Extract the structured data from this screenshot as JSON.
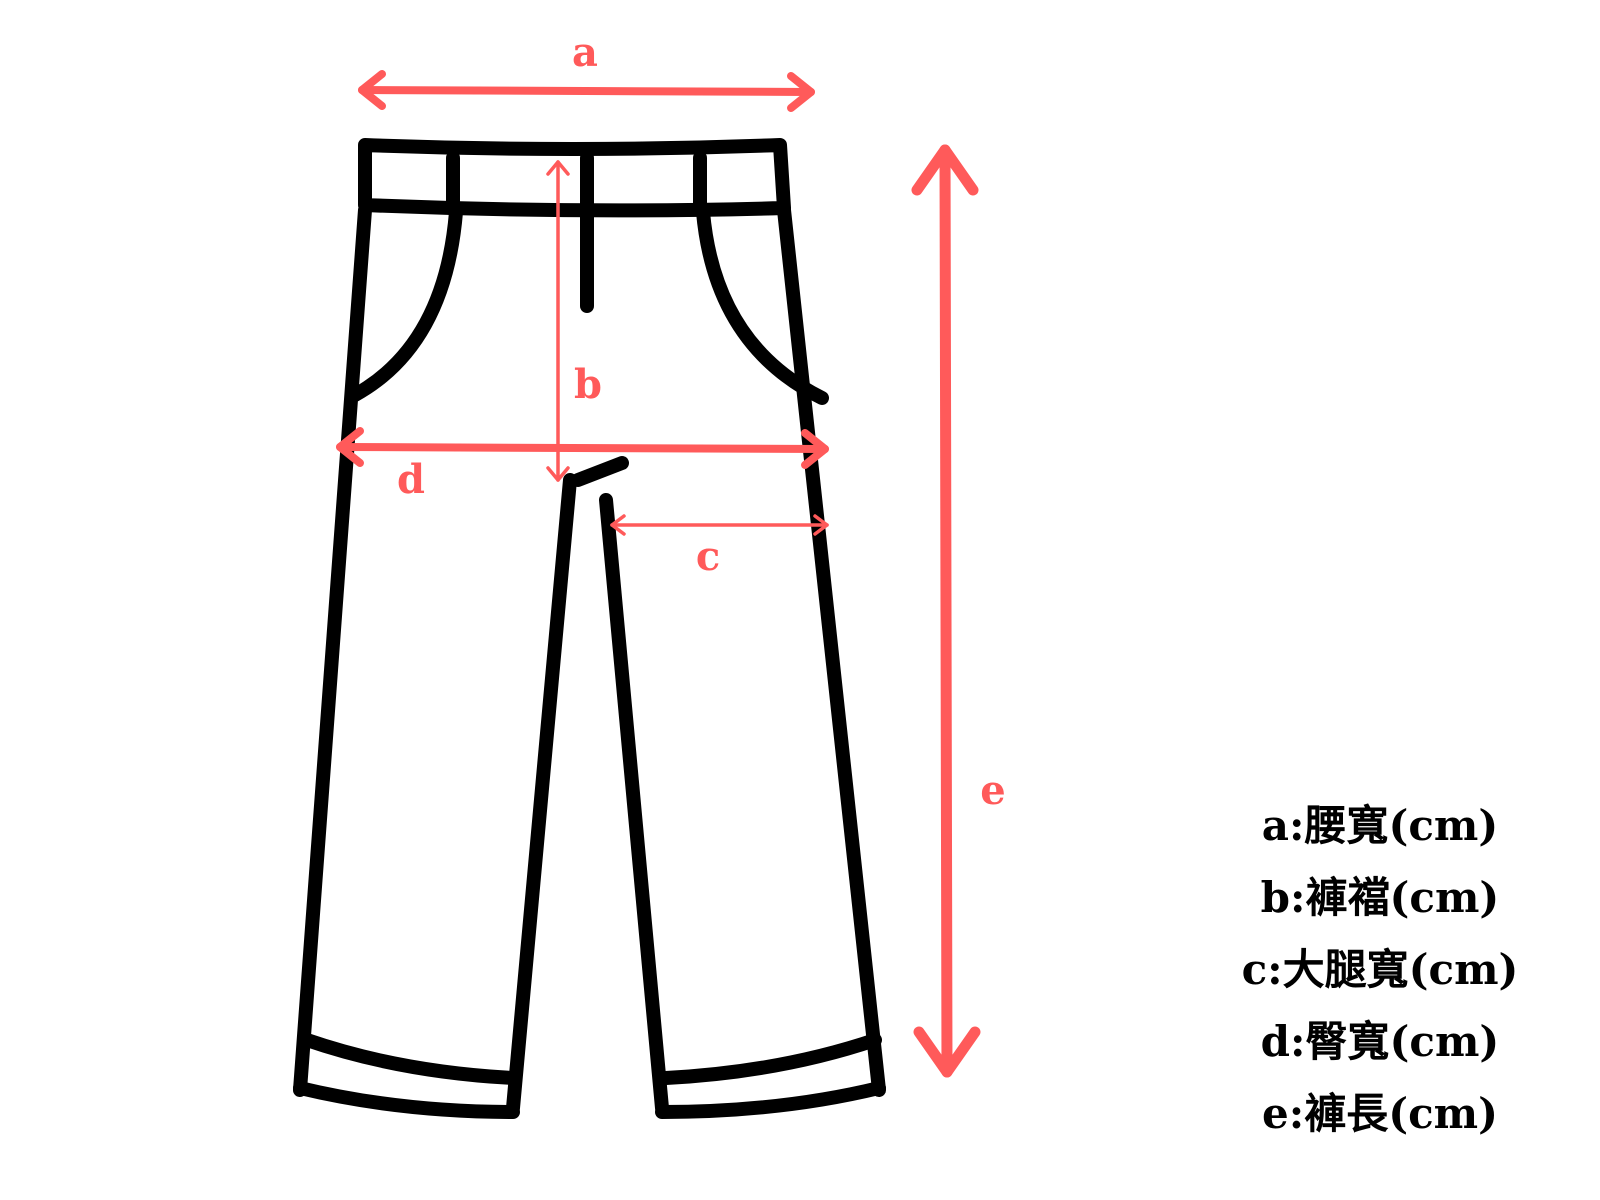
{
  "dimension_labels": {
    "a": "a",
    "b": "b",
    "c": "c",
    "d": "d",
    "e": "e"
  },
  "legend": [
    "a:腰寬(cm)",
    "b:褲襠(cm)",
    "c:大腿寬(cm)",
    "d:臀寬(cm)",
    "e:褲長(cm)"
  ],
  "colors": {
    "measurement": "#ff5a5a",
    "outline": "#000000",
    "background": "#ffffff"
  },
  "icons": {
    "garment": "trousers-outline-icon"
  }
}
